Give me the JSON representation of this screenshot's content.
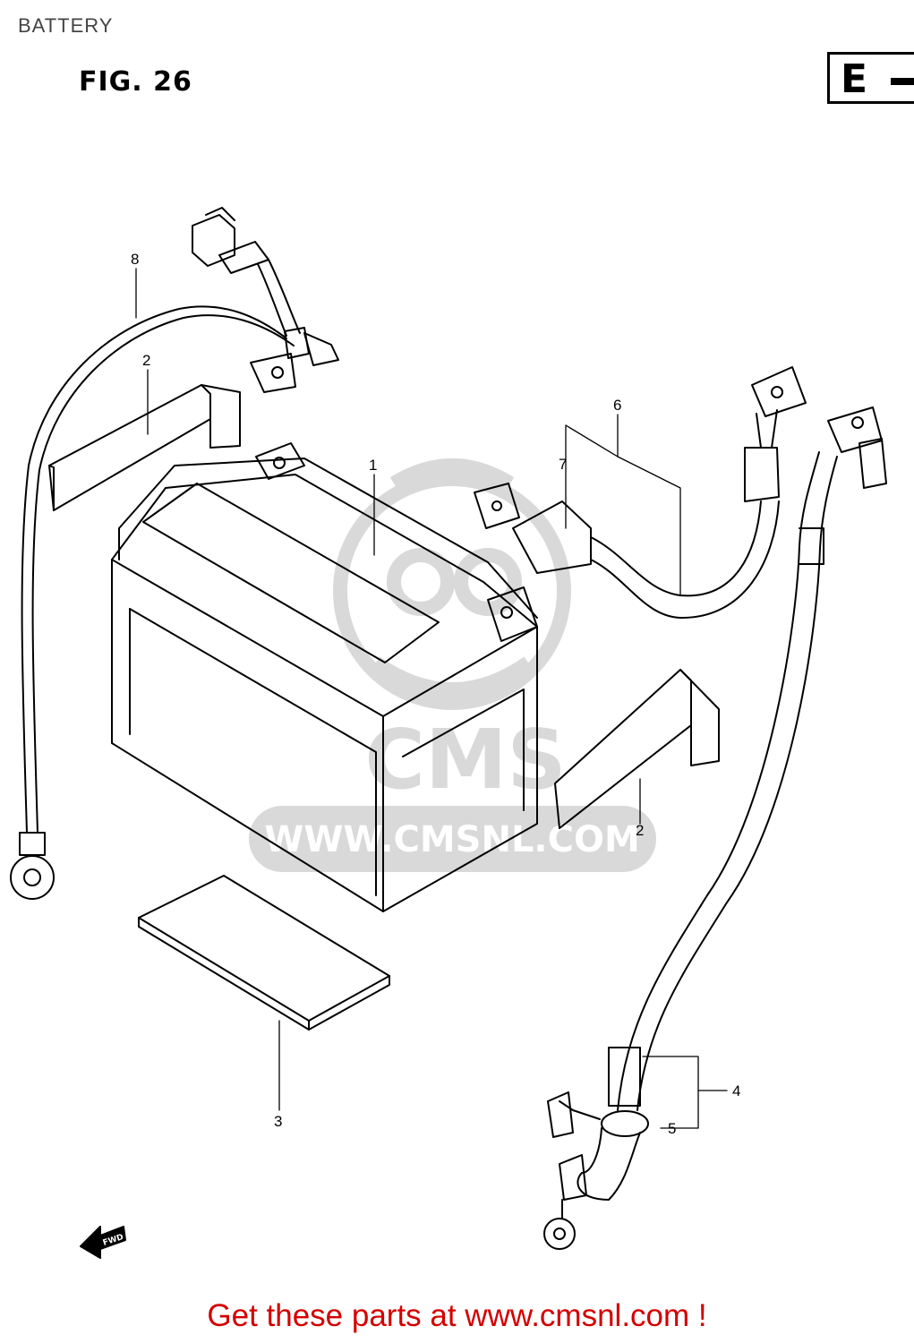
{
  "header": {
    "title": "BATTERY",
    "figure": "FIG. 26",
    "section_code": "E"
  },
  "watermark": {
    "logo_text": "CMS",
    "url_text": "WWW.CMSNL.COM"
  },
  "fwd_text": "FWD",
  "callouts": [
    {
      "ref": "1",
      "part": "battery"
    },
    {
      "ref": "2",
      "part": "battery-holder-upper"
    },
    {
      "ref": "2",
      "part": "battery-holder-lower"
    },
    {
      "ref": "3",
      "part": "battery-pad"
    },
    {
      "ref": "4",
      "part": "negative-lead"
    },
    {
      "ref": "5",
      "part": "lead-boot"
    },
    {
      "ref": "6",
      "part": "positive-lead"
    },
    {
      "ref": "7",
      "part": "terminal-cover"
    },
    {
      "ref": "8",
      "part": "ground-wire"
    }
  ],
  "footer": {
    "cta_text": "Get these parts at www.cmsnl.com !"
  },
  "colors": {
    "line": "#000000",
    "watermark": "#d9d9d9",
    "cta": "#d40000"
  }
}
